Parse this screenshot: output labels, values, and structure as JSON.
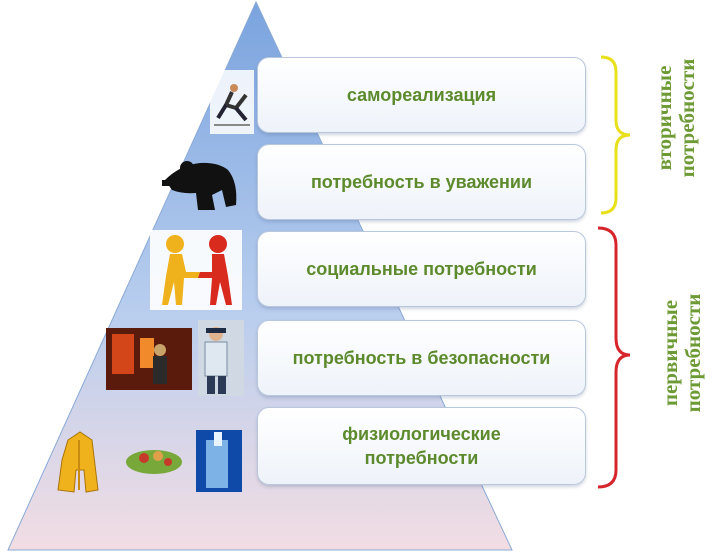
{
  "diagram": {
    "levels": [
      {
        "label": "самореализация",
        "icon": "jumping-person-icon"
      },
      {
        "label": "потребность в уважении",
        "icon": "bowing-businessman-icon"
      },
      {
        "label": "социальные потребности",
        "icon": "handshake-figures-icon"
      },
      {
        "label": "потребность в безопасности",
        "icon": "firefighter-police-icon"
      },
      {
        "label": "физиологические\nпотребности",
        "icon": "jacket-food-water-icon"
      }
    ],
    "groups": {
      "secondary": {
        "label": "вторичные\nпотребности",
        "color": "#e8e01a"
      },
      "primary": {
        "label": "первичные\nпотребности",
        "color": "#d6252b"
      }
    },
    "colors": {
      "text": "#5c8a2c",
      "pyramid_top": "#7fa8e0",
      "pyramid_bottom": "#f0dde4"
    }
  }
}
